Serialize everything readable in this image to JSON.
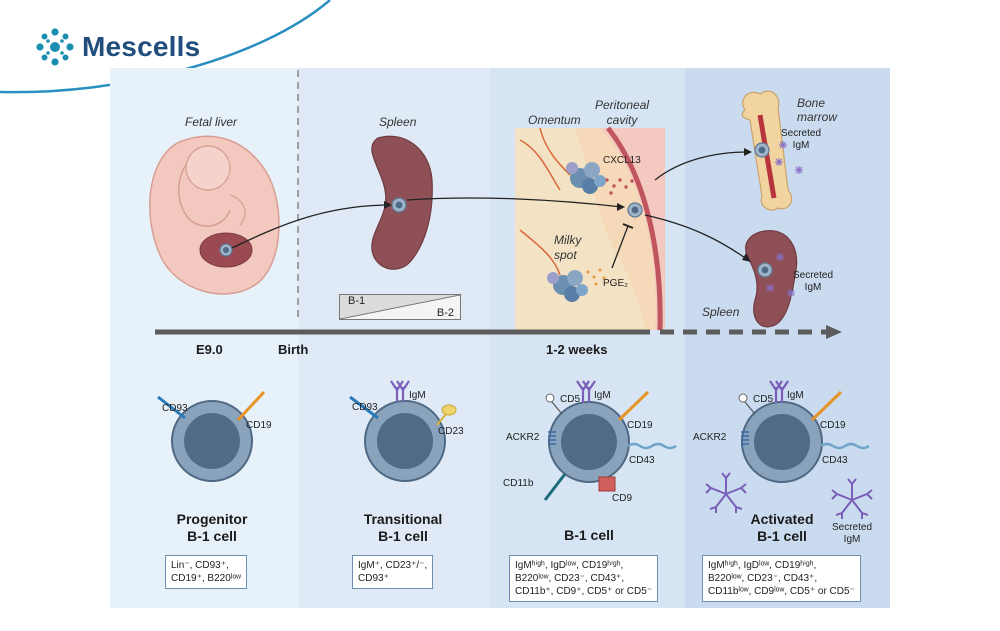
{
  "brand": {
    "name": "Mescells",
    "logo_icon": "molecule-logo-icon",
    "accent": "#1a8fb0",
    "text_color": "#214e7c"
  },
  "panel_colors": [
    "#e6f0f8",
    "#dde9f5",
    "#d6e4f3",
    "#cbdcf0"
  ],
  "top_labels": {
    "fetal_liver": "Fetal liver",
    "spleen": "Spleen",
    "omentum": "Omentum",
    "peritoneal_line1": "Peritoneal",
    "peritoneal_line2": "cavity",
    "cxcl13": "CXCL13",
    "milky_line1": "Milky",
    "milky_line2": "spot",
    "pge2": "PGE₂",
    "bone_line1": "Bone",
    "bone_line2": "marrow",
    "secreted_igm_bm_1": "Secreted",
    "secreted_igm_bm_2": "IgM",
    "secreted_igm_spl_1": "Secreted",
    "secreted_igm_spl_2": "IgM",
    "spleen2": "Spleen"
  },
  "b_ratio": {
    "b1": "B-1",
    "b2": "B-2"
  },
  "timeline": {
    "e9": "E9.0",
    "birth": "Birth",
    "weeks": "1-2 weeks"
  },
  "stages": [
    {
      "title_line1": "Progenitor",
      "title_line2": "B-1 cell",
      "markers": [
        "CD93",
        "CD19"
      ],
      "phenotype_line1": "Lin⁻, CD93⁺,",
      "phenotype_line2": "CD19⁺, B220ˡᵒʷ"
    },
    {
      "title_line1": "Transitional",
      "title_line2": "B-1 cell",
      "markers": [
        "CD93",
        "IgM",
        "CD23"
      ],
      "phenotype_line1": "IgM⁺, CD23⁺/⁻,",
      "phenotype_line2": "CD93⁺"
    },
    {
      "title_line1": "B-1 cell",
      "title_line2": "",
      "markers": [
        "CD5",
        "IgM",
        "ACKR2",
        "CD19",
        "CD43",
        "CD11b",
        "CD9"
      ],
      "phenotype_line1": "IgMʰⁱᵍʰ, IgDˡᵒʷ, CD19ʰⁱᵍʰ,",
      "phenotype_line2": "B220ˡᵒʷ, CD23⁻, CD43⁺,",
      "phenotype_line3": "CD11b⁺, CD9⁺, CD5⁺ or CD5⁻"
    },
    {
      "title_line1": "Activated",
      "title_line2": "B-1 cell",
      "markers": [
        "CD5",
        "IgM",
        "ACKR2",
        "CD19",
        "CD43"
      ],
      "secreted_1": "Secreted",
      "secreted_2": "IgM",
      "phenotype_line1": "IgMʰⁱᵍʰ, IgDˡᵒʷ, CD19ʰⁱᵍʰ,",
      "phenotype_line2": "B220ˡᵒʷ, CD23⁻, CD43⁺,",
      "phenotype_line3": "CD11bˡᵒʷ, CD9ˡᵒʷ, CD5⁺ or CD5⁻"
    }
  ]
}
